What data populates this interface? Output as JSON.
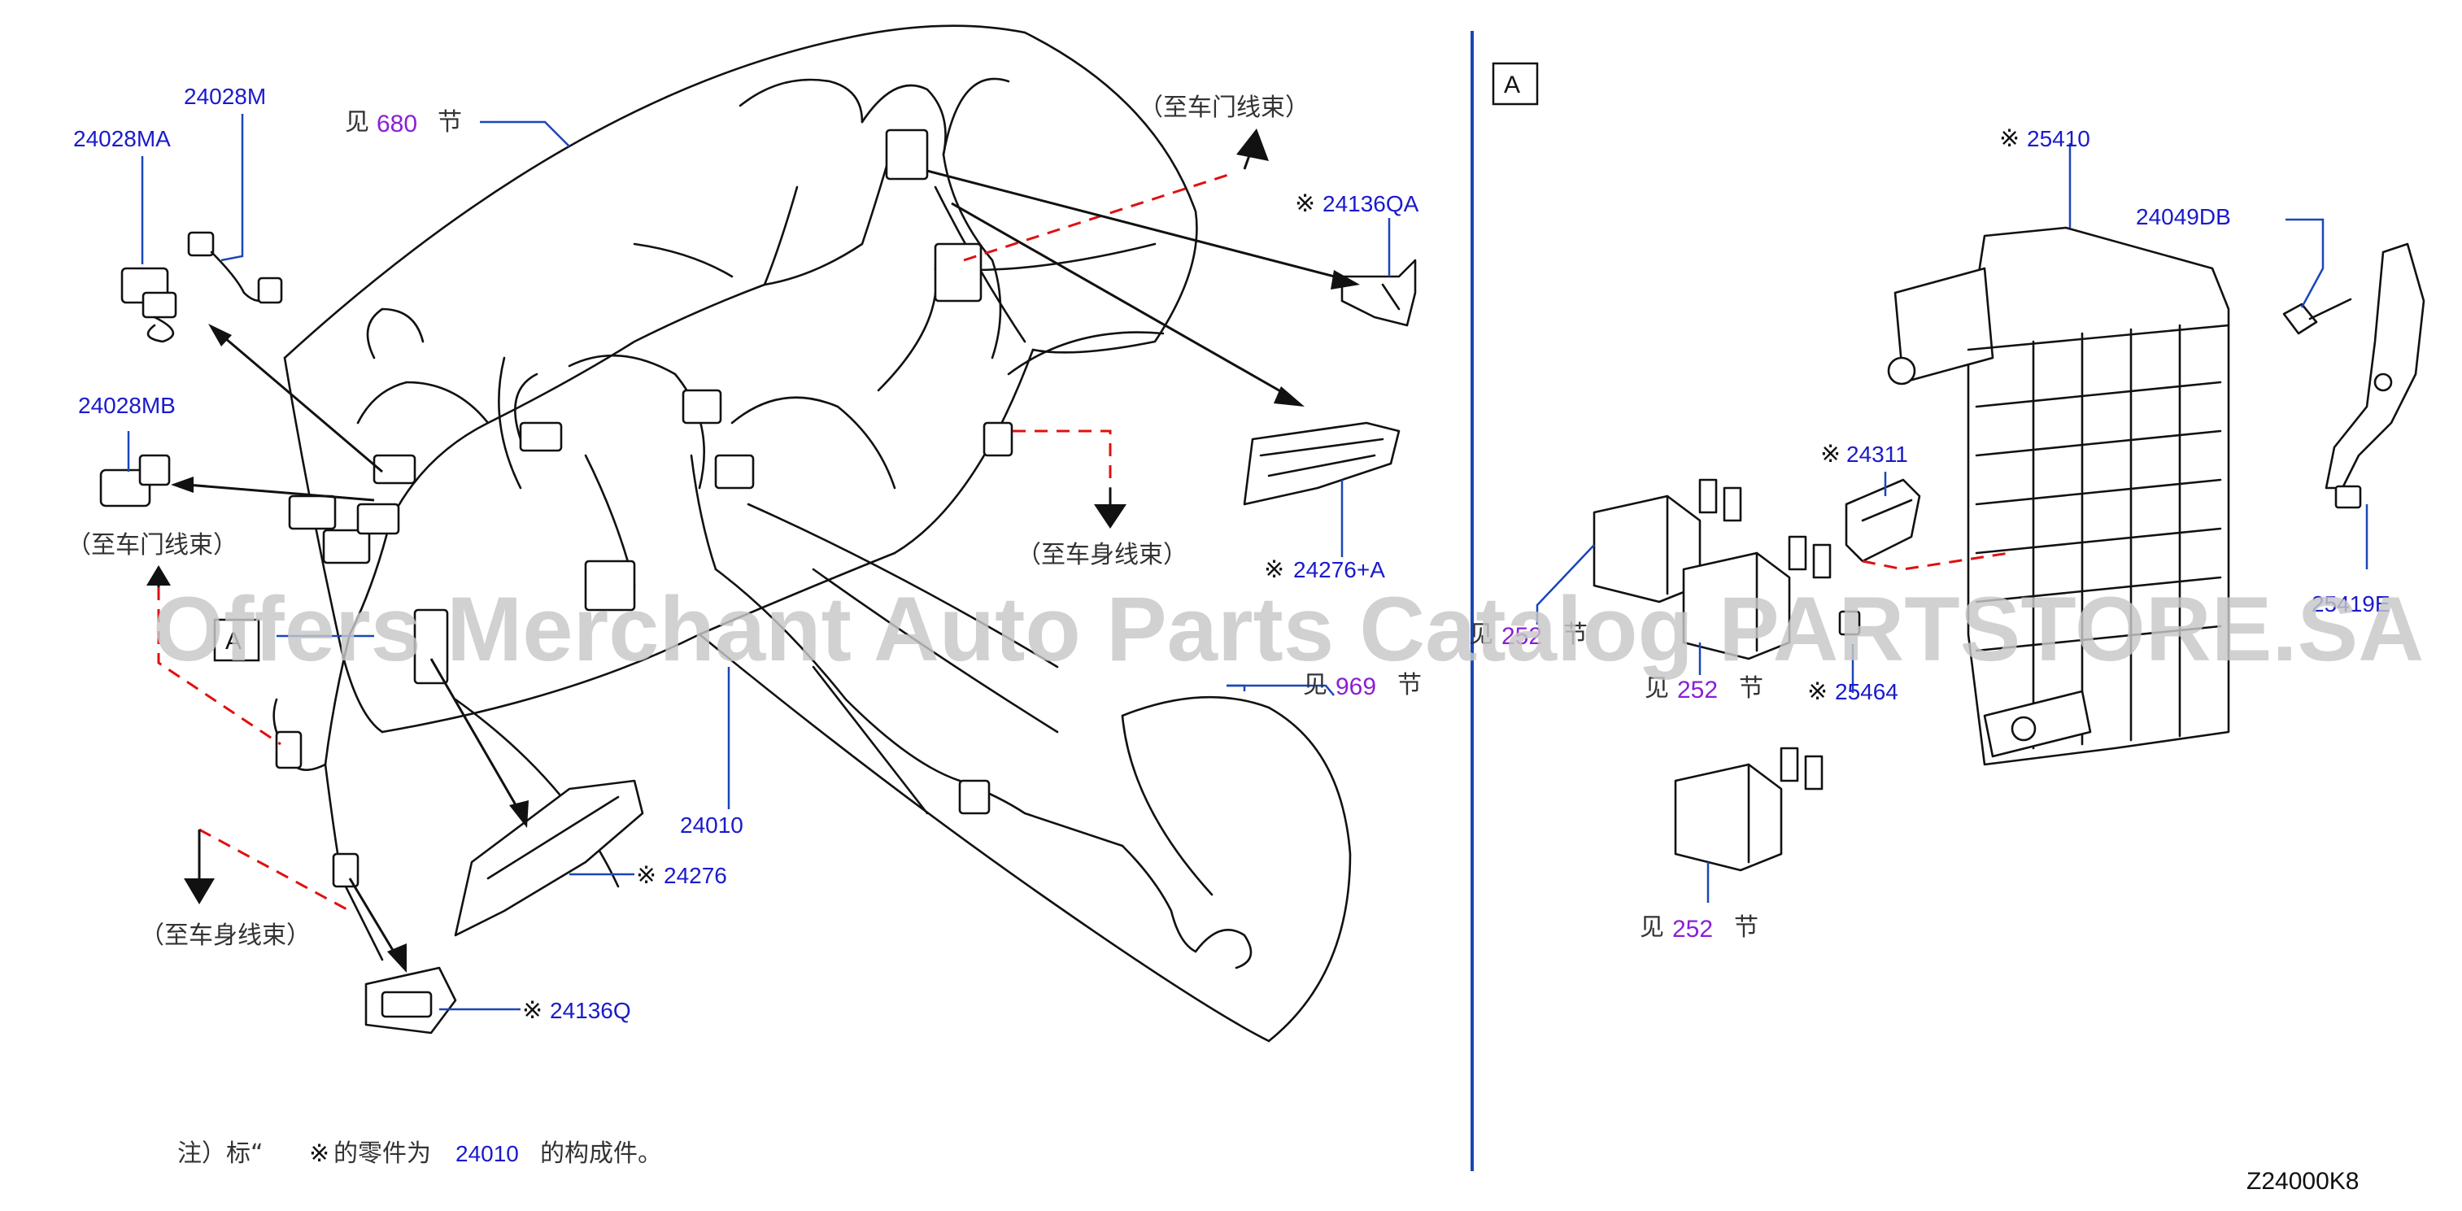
{
  "diagram_code": "Z24000K8",
  "watermark": "Offers Merchant Auto Parts Catalog PARTSTORE.SA",
  "section_marker": "A",
  "note": {
    "prefix": "注）标“",
    "symbol": "※",
    "mid": "的零件为",
    "part": "24010",
    "suffix": "的构成件。"
  },
  "refs": {
    "see": "见",
    "section": "节",
    "ref_680": "680",
    "ref_969": "969",
    "ref_252": "252"
  },
  "directions": {
    "to_door_harness": "（至车门线束）",
    "to_body_harness": "（至车身线束）"
  },
  "parts": {
    "p24028M": "24028M",
    "p24028MA": "24028MA",
    "p24028MB": "24028MB",
    "p24136QA": "24136QA",
    "p24276A": "24276+A",
    "p24010": "24010",
    "p24276": "24276",
    "p24136Q": "24136Q",
    "p25410": "25410",
    "p24049DB": "24049DB",
    "p24311": "24311",
    "p25464": "25464",
    "p25419E": "25419E"
  },
  "mark": "※",
  "colors": {
    "part_number": "#1a1acc",
    "section_ref": "#8a1fd6",
    "leader": "#1a47b8",
    "dashed_guide": "#e01010"
  }
}
